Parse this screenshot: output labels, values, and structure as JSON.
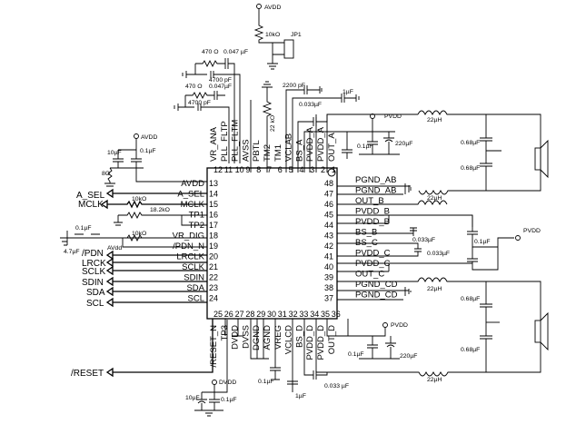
{
  "ic": {
    "left_pins": [
      {
        "num": "13",
        "label": "AVDD"
      },
      {
        "num": "14",
        "label": "A_SEL"
      },
      {
        "num": "15",
        "label": "MCLK"
      },
      {
        "num": "16",
        "label": "TP1"
      },
      {
        "num": "17",
        "label": "TP2"
      },
      {
        "num": "18",
        "label": "VR_DIG"
      },
      {
        "num": "19",
        "label": "/PDN_N"
      },
      {
        "num": "20",
        "label": "LRCLK"
      },
      {
        "num": "21",
        "label": "SCLK"
      },
      {
        "num": "22",
        "label": "SDIN"
      },
      {
        "num": "23",
        "label": "SDA"
      },
      {
        "num": "24",
        "label": "SCL"
      }
    ],
    "right_pins": [
      {
        "num": "48",
        "label": "PGND_AB"
      },
      {
        "num": "47",
        "label": "PGND_AB"
      },
      {
        "num": "46",
        "label": "OUT_B"
      },
      {
        "num": "45",
        "label": "PVDD_B"
      },
      {
        "num": "44",
        "label": "PVDD_B"
      },
      {
        "num": "43",
        "label": "BS_B"
      },
      {
        "num": "42",
        "label": "BS_C"
      },
      {
        "num": "41",
        "label": "PVDD_C"
      },
      {
        "num": "40",
        "label": "PVDD_C"
      },
      {
        "num": "39",
        "label": "OUT_C"
      },
      {
        "num": "38",
        "label": "PGND_CD"
      },
      {
        "num": "37",
        "label": "PGND_CD"
      }
    ],
    "top_pins": [
      {
        "num": "12",
        "label": "VR_ANA"
      },
      {
        "num": "11",
        "label": "PLL_FLTP"
      },
      {
        "num": "10",
        "label": "PLL_FLTM"
      },
      {
        "num": "9",
        "label": "AVSS"
      },
      {
        "num": "8",
        "label": "PBTL"
      },
      {
        "num": "7",
        "label": "TM2"
      },
      {
        "num": "6",
        "label": "TM1"
      },
      {
        "num": "5",
        "label": "VCLAB"
      },
      {
        "num": "4",
        "label": "BS_A"
      },
      {
        "num": "3",
        "label": "PVDD_A"
      },
      {
        "num": "2",
        "label": "PVDD_A"
      },
      {
        "num": "1",
        "label": "OUT_A"
      }
    ],
    "bottom_pins": [
      {
        "num": "25",
        "label": "/RESET_N"
      },
      {
        "num": "26",
        "label": "TP3"
      },
      {
        "num": "27",
        "label": "DVDD"
      },
      {
        "num": "28",
        "label": "DVSS"
      },
      {
        "num": "29",
        "label": "DGND"
      },
      {
        "num": "30",
        "label": "AGND"
      },
      {
        "num": "31",
        "label": "VREG"
      },
      {
        "num": "32",
        "label": "VCLCD"
      },
      {
        "num": "33",
        "label": "BS_D"
      },
      {
        "num": "34",
        "label": "PVDD_D"
      },
      {
        "num": "35",
        "label": "PVDD_D"
      },
      {
        "num": "36",
        "label": "OUT_D"
      }
    ]
  },
  "signals": {
    "a_sel": "A_SEL",
    "mclk": "MCLK",
    "pdn": "/PDN",
    "lrck": "LRCK",
    "sclk": "SCLK",
    "sdin": "SDIN",
    "sda": "SDA",
    "scl": "SCL",
    "reset": "/RESET"
  },
  "power": {
    "avdd_top": "AVDD",
    "avdd_left": "AVDD",
    "avdd_pdn": "AVdd",
    "dvdd": "DVDD",
    "pvdd_top": "PVDD",
    "pvdd_right": "PVDD",
    "pvdd_bottom": "PVDD"
  },
  "components": {
    "r_10k_jp": "10kO",
    "jumper": "JP1",
    "r_470_a": "470 O",
    "c_0047_a": "0.047 µF",
    "c_4700_a": "4700 pF",
    "r_470_b": "470 O",
    "c_0047_b": "0.047µF",
    "c_4700_b": "4700 pF",
    "c_2200": "2200 pF",
    "c_1u_top": "1µF",
    "r_22k": "22 kO",
    "c_0033_top": "0.033µF",
    "l_top": "22µH",
    "c_01_top": "0.1µF",
    "c_220_top": "220µF",
    "c_068_a": "0.68µF",
    "c_068_b": "0.68µF",
    "c_10u_avdd": "10µF",
    "r_80": "8O",
    "c_01_avdd": "0.1µF",
    "r_10k_mclk": "10kO",
    "r_182k": "18.2kO",
    "c_01_vr": "0.1µF",
    "c_47_vr": "4.7µF",
    "r_10k_pdn": "10kO",
    "l_mid_b": "22µH",
    "c_0033_b": "0.033µF",
    "c_01_b": "0.1µF",
    "c_0033_c": "0.033µF",
    "l_mid_c": "22µH",
    "c_068_c": "0.68µF",
    "c_068_d": "0.68µF",
    "c_01_bot": "0.1µF",
    "c_220_bot": "220µF",
    "l_bot": "22µH",
    "c_0033_bot": "0.033 µF",
    "c_1u_bot": "1µF",
    "c_01_vreg": "0.1µF",
    "c_10u_dvdd": "10µF",
    "c_01_dvdd": "0.1µF"
  }
}
